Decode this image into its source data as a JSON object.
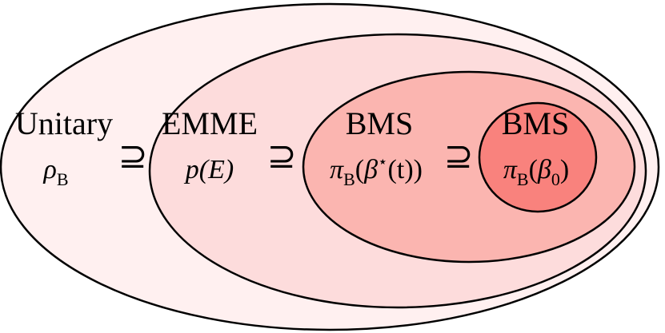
{
  "sets": [
    {
      "id": "unitary",
      "title": "Unitary",
      "math": {
        "base": "ρ",
        "sub": "B"
      },
      "fill": "#fff0f0"
    },
    {
      "id": "emme",
      "title": "EMME",
      "math": {
        "pre": "p(",
        "var": "E",
        "post": ")"
      },
      "fill": "#fddcdc"
    },
    {
      "id": "bms-t",
      "title": "BMS",
      "math": {
        "base": "π",
        "sub": "B",
        "open": "(",
        "var": "β",
        "sup": "⋆",
        "arg": "(t)",
        "close": ")"
      },
      "fill": "#fbb5b0"
    },
    {
      "id": "bms-0",
      "title": "BMS",
      "math": {
        "base": "π",
        "sub": "B",
        "open": "(",
        "var": "β",
        "sub2": "0",
        "close": ")"
      },
      "fill": "#f9827d"
    }
  ],
  "relations": [
    "⊇",
    "⊇",
    "⊇"
  ],
  "stroke_color": "#000000"
}
